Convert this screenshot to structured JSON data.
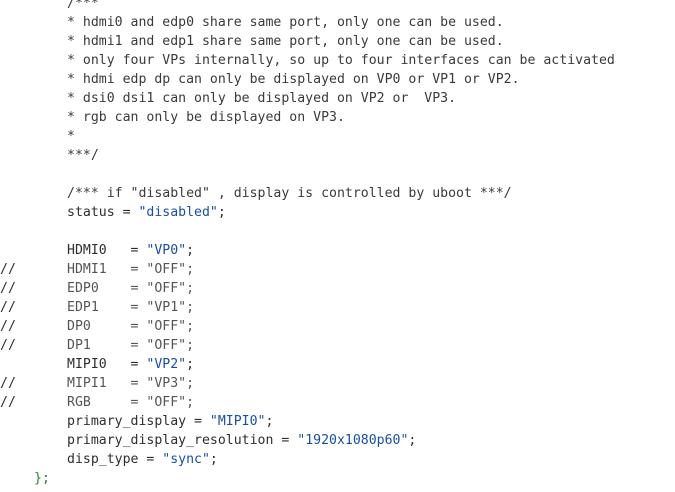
{
  "editor": {
    "lines": [
      {
        "marker": "",
        "parts": [
          {
            "t": "/***",
            "c": "comment"
          }
        ]
      },
      {
        "marker": "",
        "parts": [
          {
            "t": "* hdmi0 and edp0 share same port, only one can be used.",
            "c": "comment"
          }
        ]
      },
      {
        "marker": "",
        "parts": [
          {
            "t": "* hdmi1 and edp1 share same port, only one can be used.",
            "c": "comment"
          }
        ]
      },
      {
        "marker": "",
        "parts": [
          {
            "t": "* only four VPs internally, so up to four interfaces can be activated",
            "c": "comment"
          }
        ]
      },
      {
        "marker": "",
        "parts": [
          {
            "t": "* hdmi edp dp can only be displayed on VP0 or VP1 or VP2.",
            "c": "comment"
          }
        ]
      },
      {
        "marker": "",
        "parts": [
          {
            "t": "* dsi0 dsi1 can only be displayed on VP2 or  VP3.",
            "c": "comment"
          }
        ]
      },
      {
        "marker": "",
        "parts": [
          {
            "t": "* rgb can only be displayed on VP3.",
            "c": "comment"
          }
        ]
      },
      {
        "marker": "",
        "parts": [
          {
            "t": "*",
            "c": "comment"
          }
        ]
      },
      {
        "marker": "",
        "parts": [
          {
            "t": "***/",
            "c": "comment"
          }
        ]
      },
      {
        "marker": "",
        "parts": []
      },
      {
        "marker": "",
        "parts": [
          {
            "t": "/*** if \"disabled\" , display is controlled by uboot ***/",
            "c": "comment"
          }
        ]
      },
      {
        "marker": "",
        "parts": [
          {
            "t": "status = ",
            "c": ""
          },
          {
            "t": "\"disabled\"",
            "c": "str"
          },
          {
            "t": ";",
            "c": ""
          }
        ]
      },
      {
        "marker": "",
        "parts": []
      },
      {
        "marker": "",
        "parts": [
          {
            "t": "HDMI0   = ",
            "c": ""
          },
          {
            "t": "\"VP0\"",
            "c": "str"
          },
          {
            "t": ";",
            "c": ""
          }
        ]
      },
      {
        "marker": "//",
        "parts": [
          {
            "t": "HDMI1   = \"OFF\";",
            "c": "gray"
          }
        ]
      },
      {
        "marker": "//",
        "parts": [
          {
            "t": "EDP0    = \"OFF\";",
            "c": "gray"
          }
        ]
      },
      {
        "marker": "//",
        "parts": [
          {
            "t": "EDP1    = \"VP1\";",
            "c": "gray"
          }
        ]
      },
      {
        "marker": "//",
        "parts": [
          {
            "t": "DP0     = \"OFF\";",
            "c": "gray"
          }
        ]
      },
      {
        "marker": "//",
        "parts": [
          {
            "t": "DP1     = \"OFF\";",
            "c": "gray"
          }
        ]
      },
      {
        "marker": "",
        "parts": [
          {
            "t": "MIPI0   = ",
            "c": ""
          },
          {
            "t": "\"VP2\"",
            "c": "str"
          },
          {
            "t": ";",
            "c": ""
          }
        ]
      },
      {
        "marker": "//",
        "parts": [
          {
            "t": "MIPI1   = \"VP3\";",
            "c": "gray"
          }
        ]
      },
      {
        "marker": "//",
        "parts": [
          {
            "t": "RGB     = \"OFF\";",
            "c": "gray"
          }
        ]
      },
      {
        "marker": "",
        "parts": [
          {
            "t": "primary_display = ",
            "c": ""
          },
          {
            "t": "\"MIPI0\"",
            "c": "str"
          },
          {
            "t": ";",
            "c": ""
          }
        ]
      },
      {
        "marker": "",
        "parts": [
          {
            "t": "primary_display_resolution = ",
            "c": ""
          },
          {
            "t": "\"1920x1080p60\"",
            "c": "str"
          },
          {
            "t": ";",
            "c": ""
          }
        ]
      },
      {
        "marker": "",
        "parts": [
          {
            "t": "disp_type = ",
            "c": ""
          },
          {
            "t": "\"sync\"",
            "c": "str"
          },
          {
            "t": ";",
            "c": ""
          }
        ]
      },
      {
        "marker": "",
        "brace": true,
        "parts": [
          {
            "t": "};",
            "c": "brace-char"
          }
        ]
      }
    ]
  }
}
